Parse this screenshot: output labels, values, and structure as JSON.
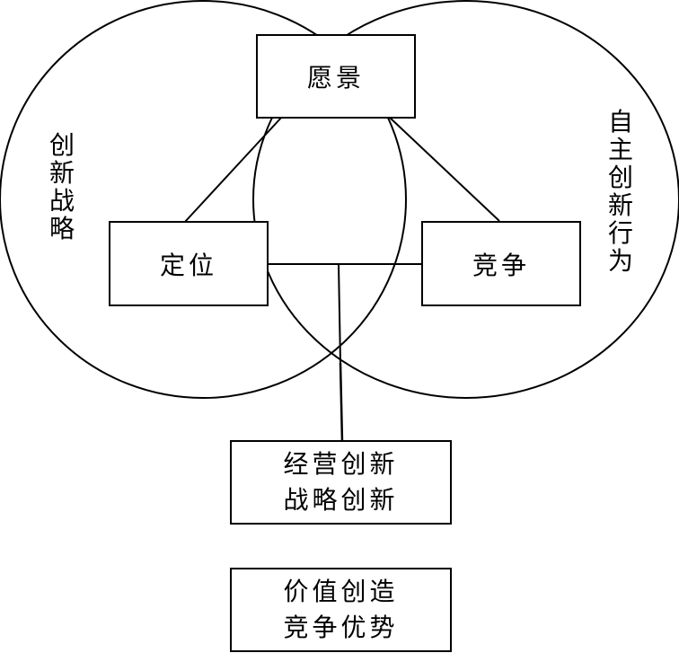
{
  "nodes": {
    "vision": "愿景",
    "positioning": "定位",
    "competition": "竞争",
    "innovation_box": [
      "经营创新",
      "战略创新"
    ],
    "value_box": [
      "价值创造",
      "竞争优势"
    ]
  },
  "side_labels": {
    "left": "创新战略",
    "right": "自主创新行为"
  }
}
